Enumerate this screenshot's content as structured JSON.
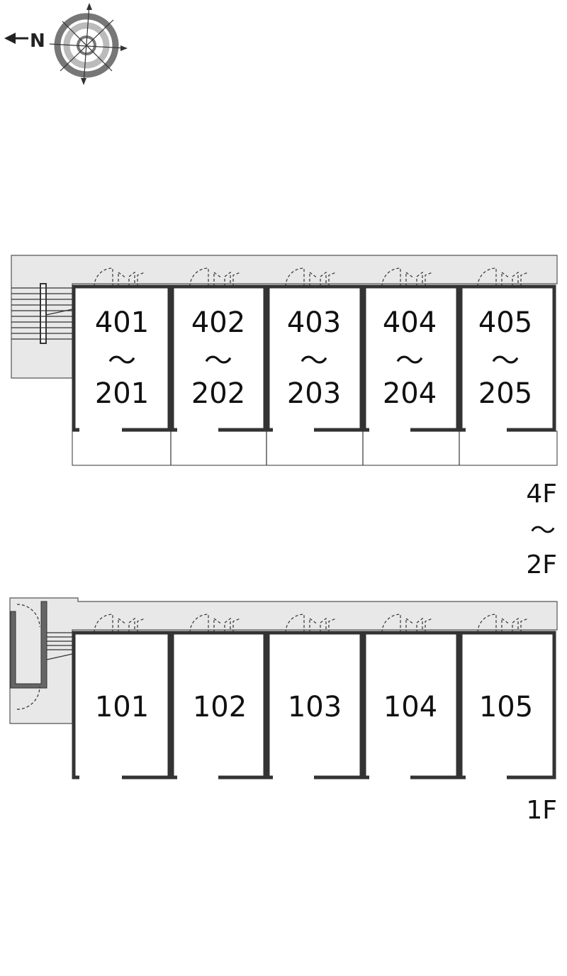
{
  "compass": {
    "north_label": "N",
    "icon": "compass-rose-icon",
    "direction": "north points left"
  },
  "upper_block": {
    "floor_label": {
      "top": "4F",
      "tilde": "〜",
      "bottom": "2F"
    },
    "units": [
      {
        "top": "401",
        "tilde": "〜",
        "bottom": "201"
      },
      {
        "top": "402",
        "tilde": "〜",
        "bottom": "202"
      },
      {
        "top": "403",
        "tilde": "〜",
        "bottom": "203"
      },
      {
        "top": "404",
        "tilde": "〜",
        "bottom": "204"
      },
      {
        "top": "405",
        "tilde": "〜",
        "bottom": "205"
      }
    ]
  },
  "lower_block": {
    "floor_label": "1F",
    "units": [
      {
        "label": "101"
      },
      {
        "label": "102"
      },
      {
        "label": "103"
      },
      {
        "label": "104"
      },
      {
        "label": "105"
      }
    ]
  },
  "colors": {
    "wall": "#333333",
    "walkway": "#e8e8e8",
    "background": "#ffffff"
  }
}
